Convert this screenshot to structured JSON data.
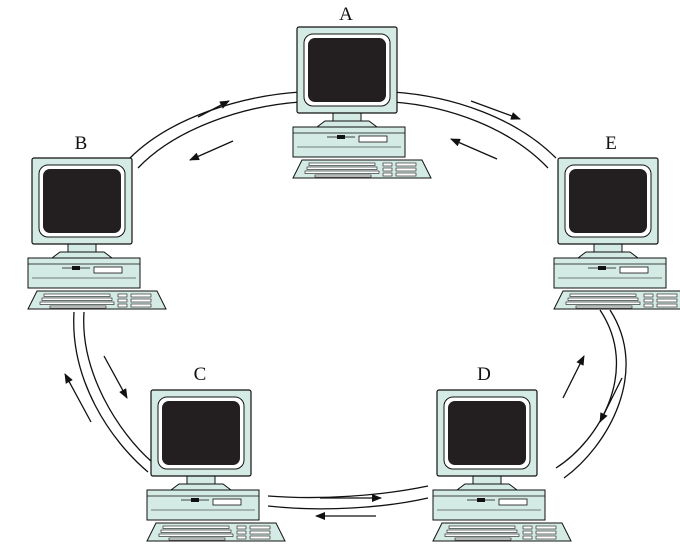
{
  "nodes": [
    {
      "id": "A",
      "label": "A"
    },
    {
      "id": "B",
      "label": "B"
    },
    {
      "id": "C",
      "label": "C"
    },
    {
      "id": "D",
      "label": "D"
    },
    {
      "id": "E",
      "label": "E"
    }
  ],
  "links": [
    {
      "from": "A",
      "to": "B"
    },
    {
      "from": "A",
      "to": "E"
    },
    {
      "from": "E",
      "to": "D"
    },
    {
      "from": "D",
      "to": "C"
    },
    {
      "from": "C",
      "to": "B"
    }
  ],
  "colors": {
    "line": "#111111",
    "monitor_case": "#d4eae4",
    "screen": "#231f20",
    "screen_bezel": "#ffffff"
  }
}
